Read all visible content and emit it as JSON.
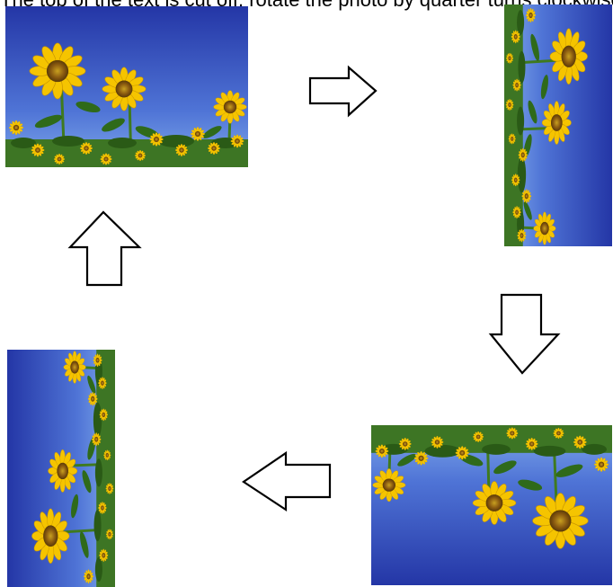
{
  "top_cut_text": "The top of the text is cut off: rotate the photo by quarter turns clockwise",
  "photos": [
    {
      "name": "sunflower-photo-original",
      "rotation_deg": 0
    },
    {
      "name": "sunflower-photo-rotated-90",
      "rotation_deg": 90
    },
    {
      "name": "sunflower-photo-rotated-180",
      "rotation_deg": 180
    },
    {
      "name": "sunflower-photo-rotated-270",
      "rotation_deg": 270
    }
  ],
  "arrows": [
    {
      "name": "arrow-right-icon",
      "direction": "right"
    },
    {
      "name": "arrow-down-icon",
      "direction": "down"
    },
    {
      "name": "arrow-left-icon",
      "direction": "left"
    },
    {
      "name": "arrow-up-icon",
      "direction": "up"
    }
  ],
  "colors": {
    "sky_top": "#2a3aa8",
    "sky_bottom": "#6f9be6",
    "petal": "#f5c400",
    "center": "#8a5a10",
    "stem": "#3f7a1e",
    "arrow_stroke": "#000000",
    "arrow_fill": "#ffffff"
  }
}
